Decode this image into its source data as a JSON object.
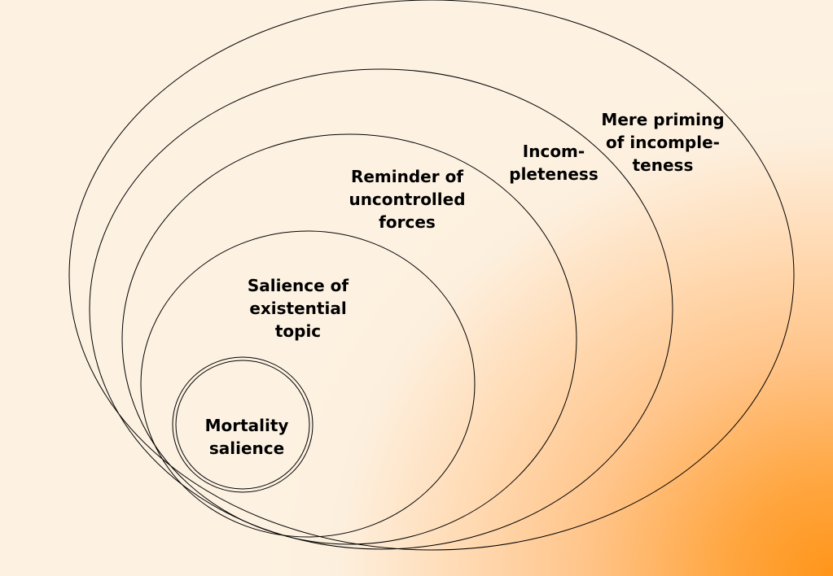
{
  "colors": {
    "background_light": "#fdf2e2",
    "background_accent": "#ff9519",
    "outline": "#000000",
    "text": "#000000"
  },
  "rings": [
    {
      "id": "mere-priming",
      "lines": [
        "Mere priming",
        "of incomple-",
        "teness"
      ]
    },
    {
      "id": "incompleteness",
      "lines": [
        "Incom-",
        "pleteness"
      ]
    },
    {
      "id": "uncontrolled-forces",
      "lines": [
        "Reminder of",
        "uncontrolled",
        "forces"
      ]
    },
    {
      "id": "existential-topic",
      "lines": [
        "Salience of",
        "existential",
        "topic"
      ]
    },
    {
      "id": "mortality-salience",
      "lines": [
        "Mortality",
        "salience"
      ]
    }
  ]
}
